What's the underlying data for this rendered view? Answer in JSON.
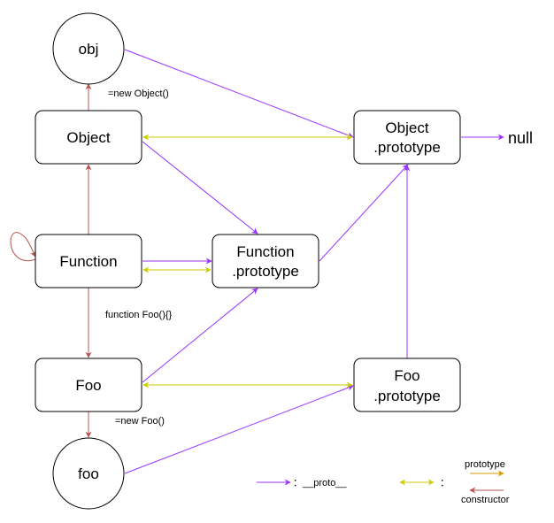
{
  "colors": {
    "proto": "#9933ff",
    "prototype_link": "#cccc00",
    "constructor": "#b85450",
    "legend_prototype": "#d79b00",
    "node_stroke": "#000000"
  },
  "nodes": {
    "obj": "obj",
    "object": "Object",
    "object_prototype_line1": "Object",
    "object_prototype_line2": ".prototype",
    "null": "null",
    "function": "Function",
    "function_prototype_line1": "Function",
    "function_prototype_line2": ".prototype",
    "foo_ctor": "Foo",
    "foo_prototype_line1": "Foo",
    "foo_prototype_line2": ".prototype",
    "foo_instance": "foo"
  },
  "edge_labels": {
    "new_object": "=new Object()",
    "function_foo": "function Foo(){}",
    "new_foo": "=new Foo()"
  },
  "legend": {
    "proto_label": "：__proto__",
    "bidir_label": "：",
    "prototype_label": "prototype",
    "constructor_label": "constructor"
  }
}
